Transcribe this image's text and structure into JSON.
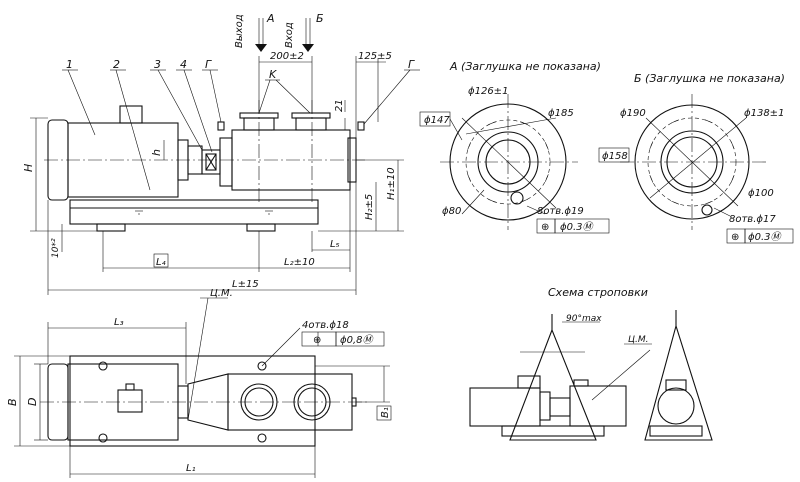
{
  "callouts": [
    "1",
    "2",
    "3",
    "4",
    "Г",
    "Г",
    "K"
  ],
  "flow": {
    "outlet": "Выход",
    "outlet_letter": "А",
    "inlet": "Вход",
    "inlet_letter": "Б"
  },
  "dims_front": {
    "d200": "200±2",
    "d125": "125±5",
    "d21": "21",
    "H": "H",
    "h": "h",
    "H1": "H₁±10",
    "H2": "H₂±5",
    "d10": "10*²",
    "L": "L±15",
    "L2": "L₂±10",
    "L4": "L₄",
    "L5": "L₅",
    "cm": "Ц.М."
  },
  "dims_top": {
    "L3": "L₃",
    "L1": "L₁",
    "B": "B",
    "D": "D",
    "B1": "B₁",
    "holes": "4отв.ϕ18",
    "tol": "ϕ0,8Ⓜ"
  },
  "view_a": {
    "title": "А (Заглушка не показана)",
    "d126": "ϕ126±1",
    "d185": "ϕ185",
    "d147": "ϕ147",
    "d80": "ϕ80",
    "holes": "8отв.ϕ19",
    "tol": "ϕ0.3Ⓜ"
  },
  "view_b": {
    "title": "Б (Заглушка не показана)",
    "d190": "ϕ190",
    "d138": "ϕ138±1",
    "d158": "ϕ158",
    "d100": "ϕ100",
    "holes": "8отв.ϕ17",
    "tol": "ϕ0.3Ⓜ"
  },
  "sling": {
    "title": "Схема строповки",
    "angle": "90°max",
    "cm": "Ц.М."
  }
}
